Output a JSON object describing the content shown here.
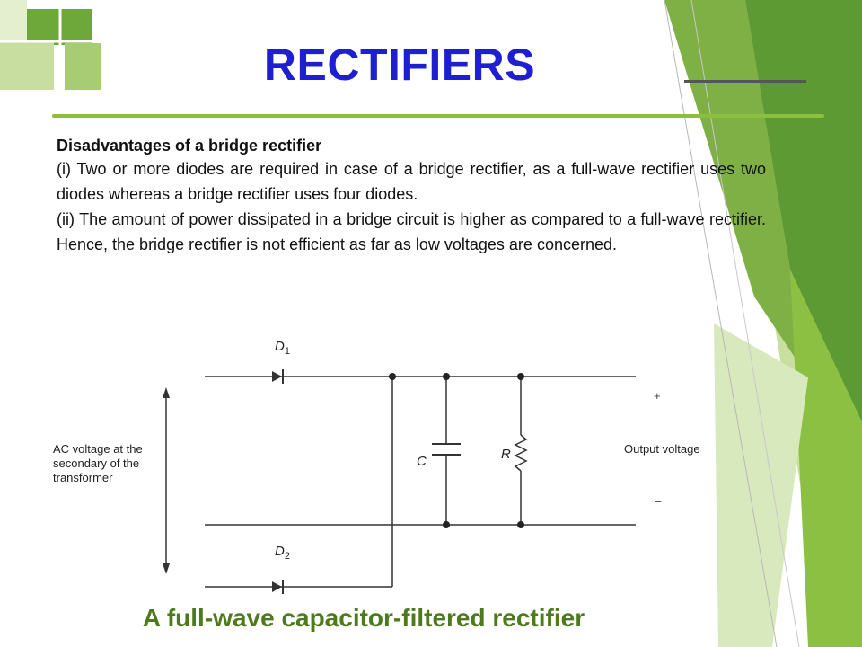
{
  "slide": {
    "title": "RECTIFIERS",
    "colors": {
      "title": "#1d1fd1",
      "accent": "#8cbf3f",
      "caption": "#4c7a1c"
    }
  },
  "content": {
    "heading": "Disadvantages of a bridge rectifier",
    "points": [
      "(i) Two or more diodes are required in case of a bridge rectifier, as a full-wave rectifier uses two diodes whereas a bridge rectifier uses four diodes.",
      "(ii) The amount of power dissipated in a bridge circuit is higher as compared to a full-wave rectifier. Hence, the bridge rectifier is not efficient as far as low voltages are concerned."
    ]
  },
  "diagram": {
    "d1": "D",
    "d1_sub": "1",
    "d2": "D",
    "d2_sub": "2",
    "capacitor": "C",
    "resistor": "R",
    "input_label": [
      "AC voltage at the",
      "secondary of the",
      "transformer"
    ],
    "output_label": "Output voltage",
    "plus": "+",
    "minus": "–"
  },
  "caption": "A full-wave capacitor-filtered rectifier"
}
